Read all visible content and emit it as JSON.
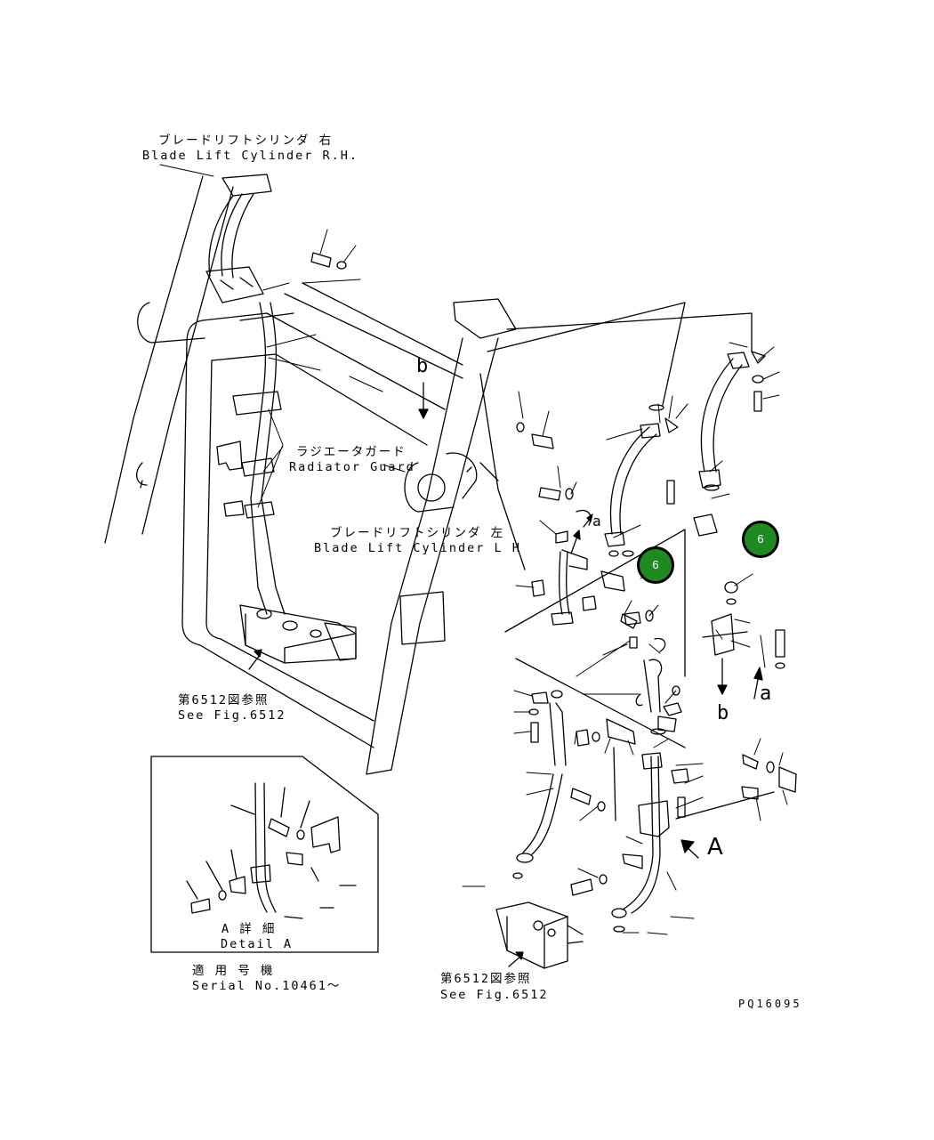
{
  "labels": {
    "cylinder_rh_jp": "ブレードリフトシリンダ 右",
    "cylinder_rh_en": "Blade Lift Cylinder R.H.",
    "radiator_guard_jp": "ラジエータガード",
    "radiator_guard_en": "Radiator Guard",
    "cylinder_lh_jp": "ブレードリフトシリンダ 左",
    "cylinder_lh_en": "Blade Lift Cylinder L H",
    "see_fig_jp_1": "第6512図参照",
    "see_fig_en_1": "See Fig.6512",
    "see_fig_jp_2": "第6512図参照",
    "see_fig_en_2": "See Fig.6512",
    "detail_jp": "A 詳 細",
    "detail_en": "Detail A",
    "serial_jp": "適 用 号 機",
    "serial_en": "Serial No.10461～",
    "ref_b_top": "b",
    "ref_b_bottom": "b",
    "ref_a_small": "a",
    "ref_a_mid": "a",
    "ref_A": "A",
    "drawing_number": "PQ16095"
  },
  "callouts": [
    {
      "number": "6"
    },
    {
      "number": "6"
    }
  ],
  "colors": {
    "callout_fill": "#1f8a22",
    "line": "#000000"
  }
}
